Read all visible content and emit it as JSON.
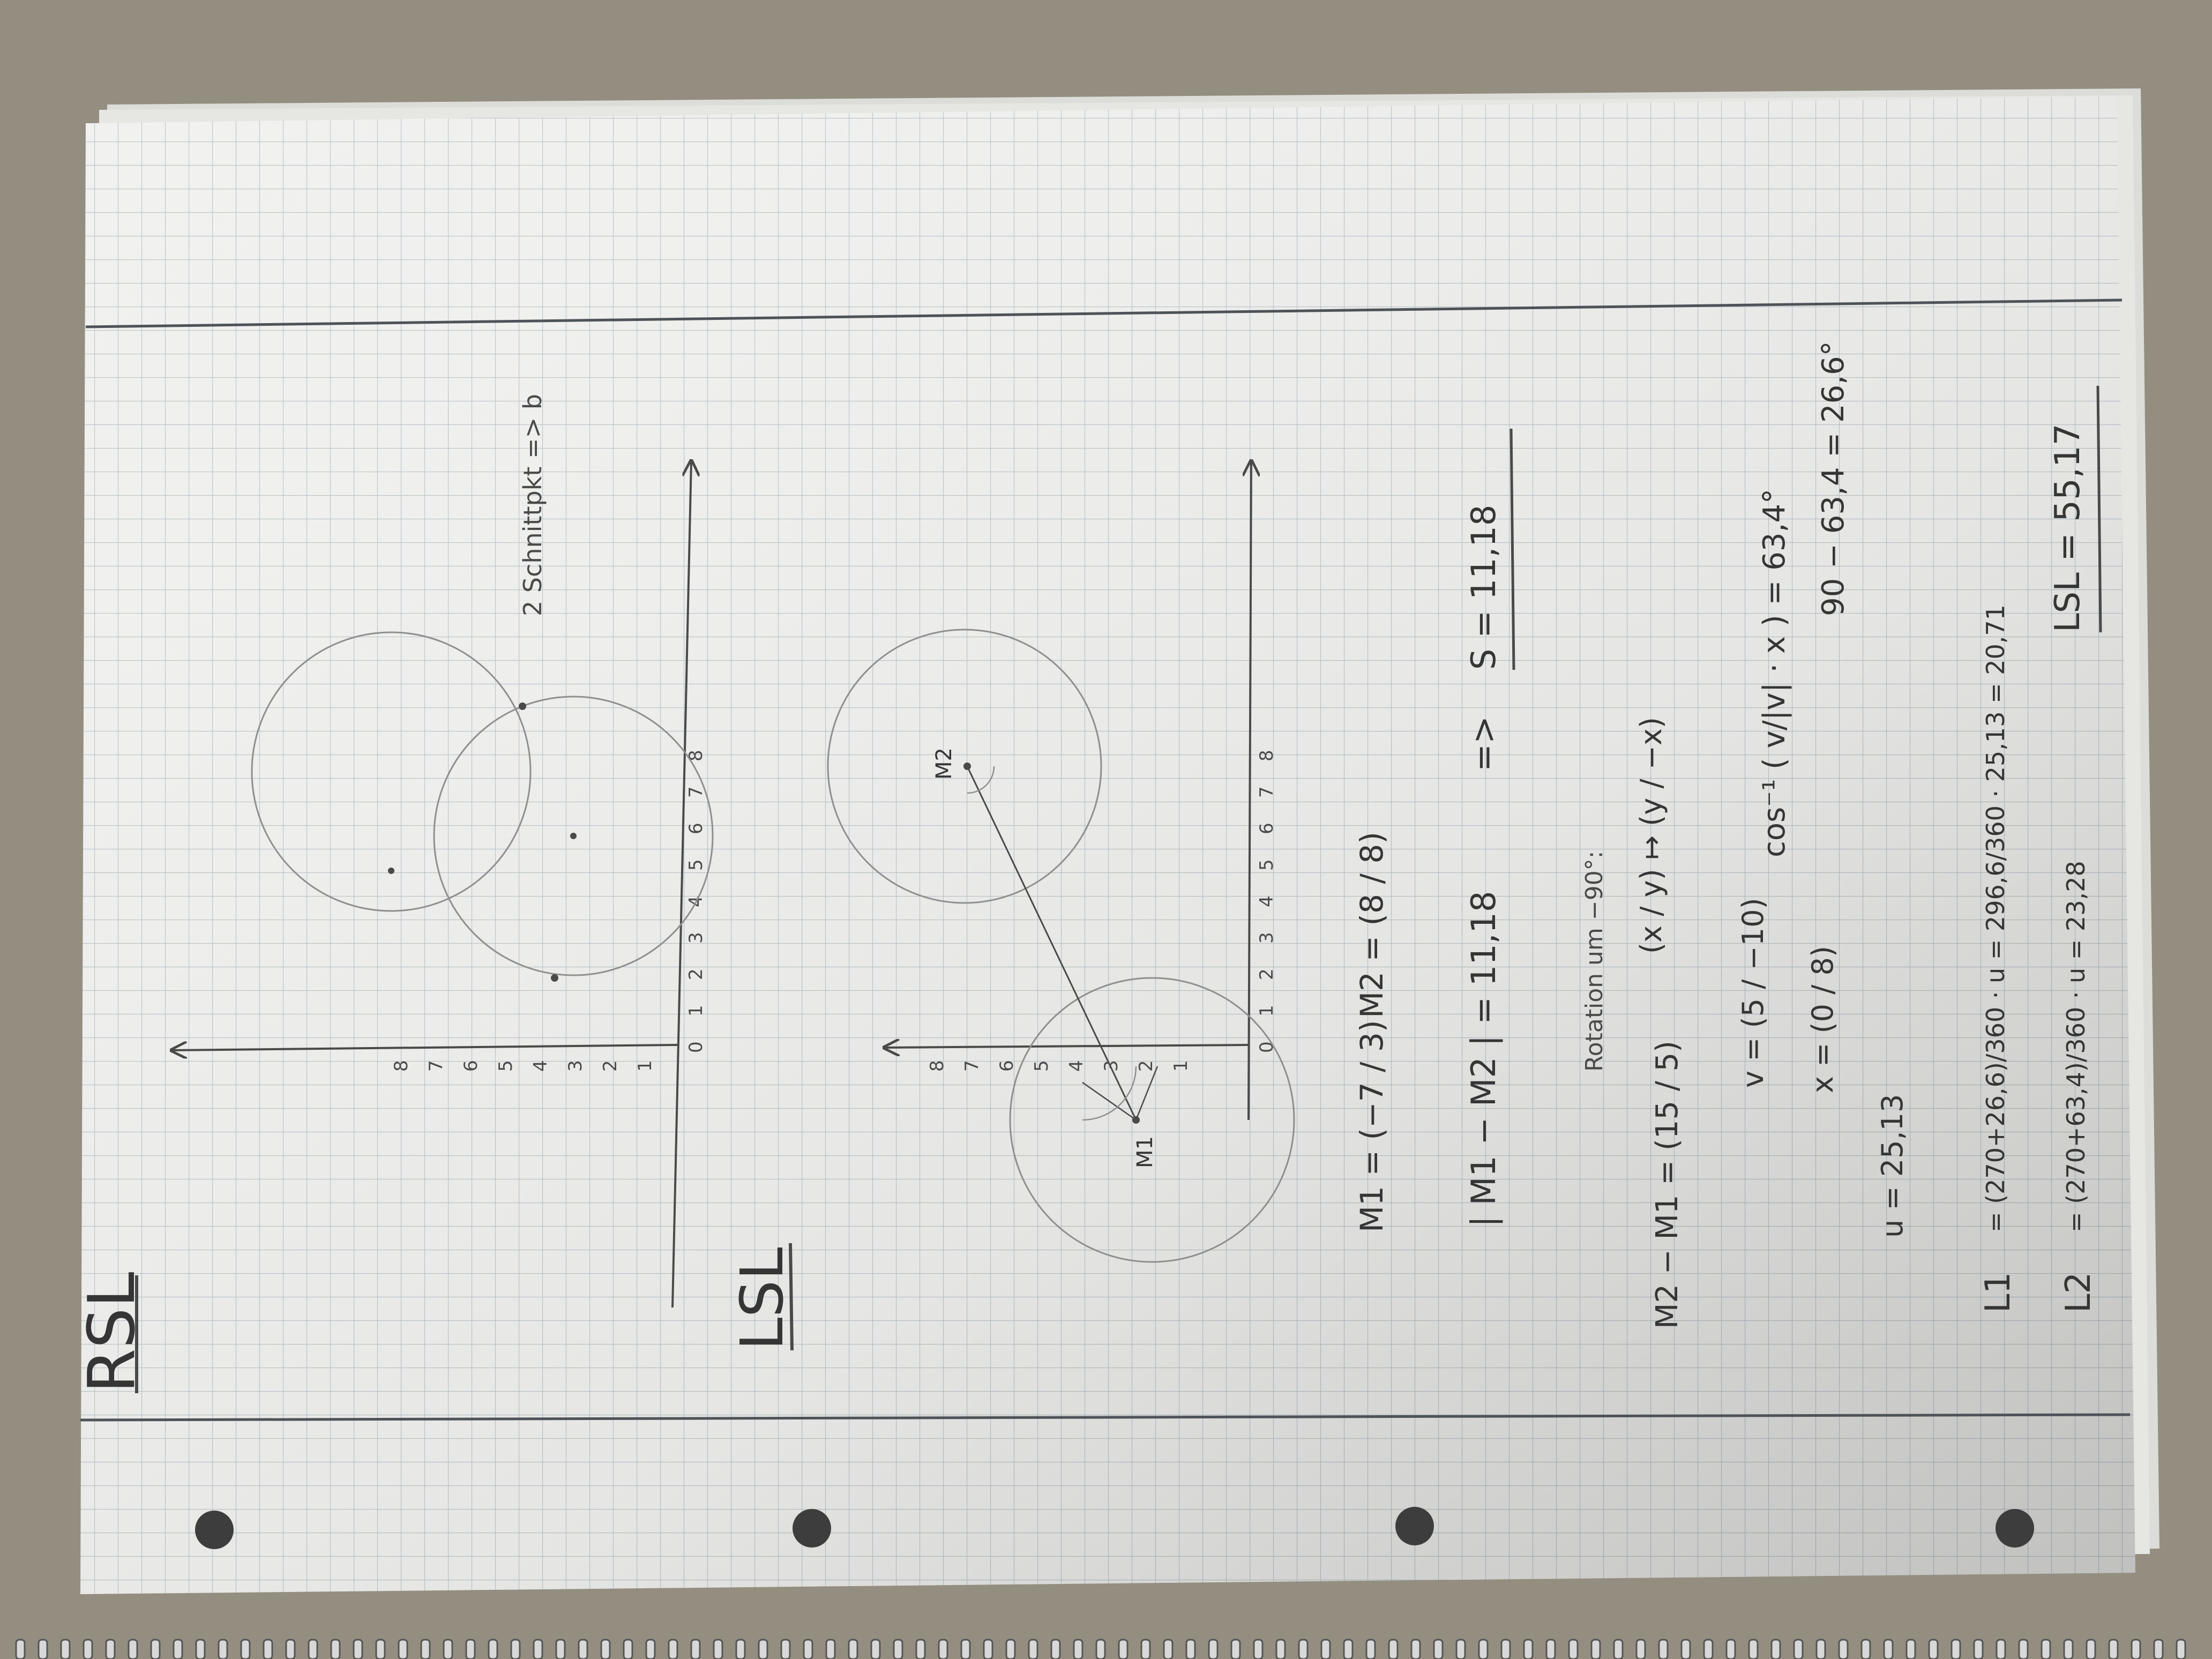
{
  "rsl": {
    "heading": "RSL",
    "note": "2 Schnittpkt => b",
    "y_ticks": [
      "1",
      "2",
      "3",
      "4",
      "5",
      "6",
      "7",
      "8"
    ],
    "x_ticks": [
      "0",
      "1",
      "2",
      "3",
      "4",
      "5",
      "6",
      "7",
      "8"
    ]
  },
  "lsl": {
    "heading": "LSL",
    "m1_label": "M1",
    "m2_label": "M2",
    "y_ticks": [
      "1",
      "2",
      "3",
      "4",
      "5",
      "6",
      "7",
      "8"
    ],
    "x_ticks": [
      "0",
      "1",
      "2",
      "3",
      "4",
      "5",
      "6",
      "7",
      "8"
    ],
    "eq_m1": "M1 = (−7 / 3)",
    "eq_m2": "M2 = (8 / 8)",
    "eq_dist": "| M1 − M2 | = 11,18",
    "implies": "=>",
    "s_result": "S = 11,18",
    "eq_diff": "M2 − M1 = (15 / 5)",
    "rotation_title": "Rotation um −90°:",
    "rotation_map": "(x / y) ↦ (y / −x)",
    "v_vec": "v = (5 / −10)",
    "x_vec": "x = (0 / 8)",
    "u_val": "u = 25,13",
    "cos_eq": "cos⁻¹ ( v/|v| · x ) = 63,4°",
    "angle_eq": "90 − 63,4 = 26,6°",
    "l1_label": "L1",
    "l1_eq": "= (270+26,6)/360 · u = 296,6/360 · 25,13 = 20,71",
    "l2_label": "L2",
    "l2_eq": "= (270+63,4)/360 · u = 23,28",
    "lsl_total": "LSL = 55,17"
  }
}
